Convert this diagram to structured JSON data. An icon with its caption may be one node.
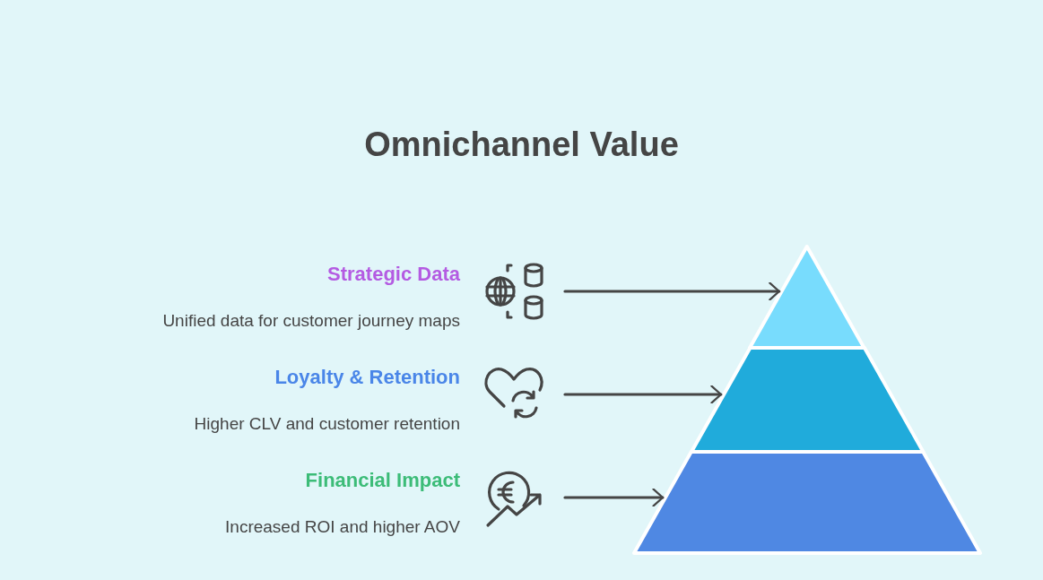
{
  "diagram": {
    "title": "Omnichannel Value",
    "nodes": [
      {
        "text": [],
        "shape": "picture"
      },
      {
        "text": [],
        "shape": "picture"
      },
      {
        "text": [],
        "shape": "picture"
      },
      {
        "text": [],
        "shape": "triangle"
      },
      {
        "text": [],
        "shape": "trapezoid"
      },
      {
        "text": [],
        "shape": "trapezoid"
      }
    ],
    "edges": [
      {
        "from": 0,
        "to": 3,
        "arrow": "to"
      },
      {
        "from": 1,
        "to": 4,
        "arrow": "to"
      },
      {
        "from": 2,
        "to": 5,
        "arrow": "to"
      }
    ],
    "labels": [
      "Strategic Data",
      "Unified data for customer journey maps",
      "Loyalty & Retention",
      "Higher CLV and customer retention",
      "Financial Impact",
      "Increased ROI and higher AOV"
    ]
  }
}
